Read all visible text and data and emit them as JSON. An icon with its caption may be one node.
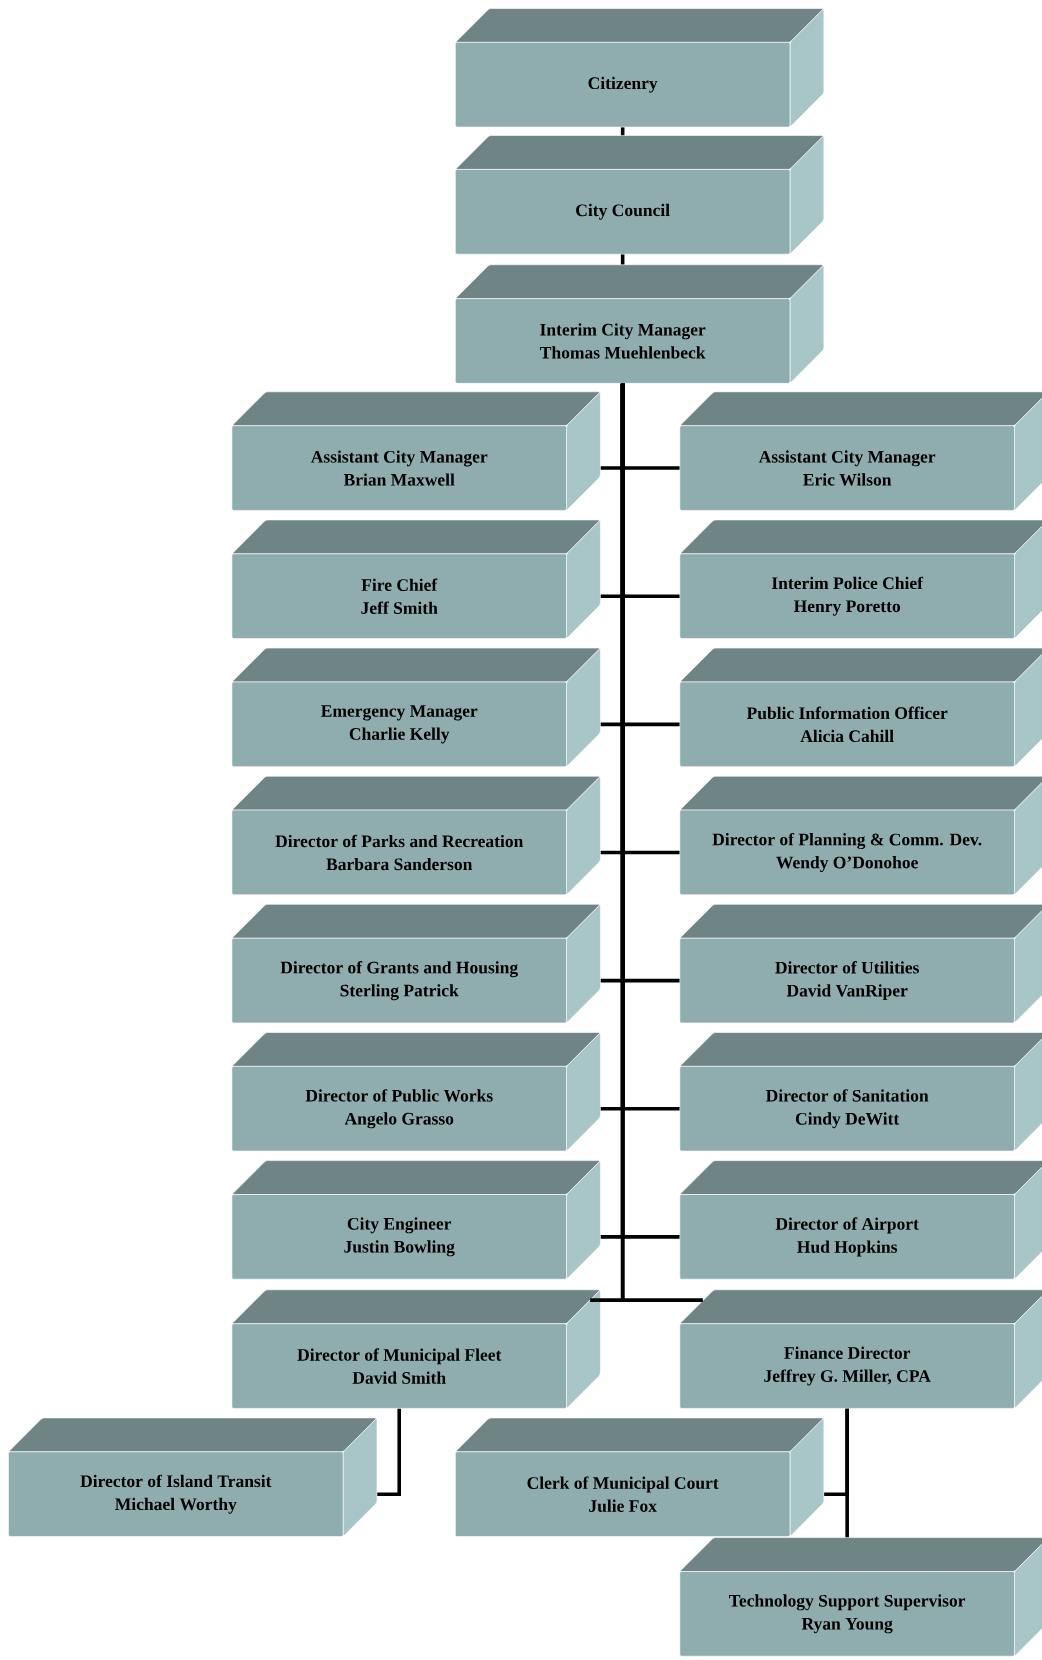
{
  "diagram": {
    "nodes": [
      {
        "text": [
          "Citizenry"
        ]
      },
      {
        "text": [
          "City Council"
        ]
      },
      {
        "text": [
          "Interim City Manager",
          "Thomas Muehlenbeck"
        ]
      },
      {
        "text": [
          "Assistant City Manager",
          "Brian Maxwell"
        ]
      },
      {
        "text": [
          "Assistant City Manager",
          "Eric Wilson"
        ]
      },
      {
        "text": [
          "Fire Chief",
          "Jeff Smith"
        ]
      },
      {
        "text": [
          "Interim Police Chief",
          "Henry Poretto"
        ]
      },
      {
        "text": [
          "Emergency Manager",
          "Charlie Kelly"
        ]
      },
      {
        "text": [
          "Public Information Officer",
          "Alicia Cahill"
        ]
      },
      {
        "text": [
          "Director of Parks and Recreation",
          "Barbara Sanderson"
        ]
      },
      {
        "text": [
          "Director of Planning & Comm. Dev.",
          "Wendy O’Donohoe"
        ]
      },
      {
        "text": [
          "Director of Grants and Housing",
          "Sterling Patrick"
        ]
      },
      {
        "text": [
          "Director of Utilities",
          "David VanRiper"
        ]
      },
      {
        "text": [
          "Director of Public Works",
          "Angelo Grasso"
        ]
      },
      {
        "text": [
          "Director of Sanitation",
          "Cindy DeWitt"
        ]
      },
      {
        "text": [
          "City Engineer",
          "Justin Bowling"
        ]
      },
      {
        "text": [
          "Director of Airport",
          "Hud Hopkins"
        ]
      },
      {
        "text": [
          "Director of Municipal Fleet",
          "David Smith"
        ]
      },
      {
        "text": [
          "Finance Director",
          "Jeffrey G. Miller, CPA"
        ]
      },
      {
        "text": [
          "Director of Island Transit",
          "Michael Worthy"
        ]
      },
      {
        "text": [
          "Clerk of Municipal Court",
          "Julie Fox"
        ]
      },
      {
        "text": [
          "Technology Support Supervisor",
          "Ryan Young"
        ]
      }
    ],
    "edges": [
      {
        "from": 0,
        "to": 1,
        "arrow": "none"
      },
      {
        "from": 1,
        "to": 2,
        "arrow": "none"
      },
      {
        "from": 2,
        "to": 3,
        "arrow": "none"
      },
      {
        "from": 2,
        "to": 4,
        "arrow": "none"
      },
      {
        "from": 2,
        "to": 5,
        "arrow": "none"
      },
      {
        "from": 2,
        "to": 6,
        "arrow": "none"
      },
      {
        "from": 2,
        "to": 7,
        "arrow": "none"
      },
      {
        "from": 2,
        "to": 8,
        "arrow": "none"
      },
      {
        "from": 2,
        "to": 9,
        "arrow": "none"
      },
      {
        "from": 2,
        "to": 10,
        "arrow": "none"
      },
      {
        "from": 2,
        "to": 11,
        "arrow": "none"
      },
      {
        "from": 2,
        "to": 12,
        "arrow": "none"
      },
      {
        "from": 2,
        "to": 13,
        "arrow": "none"
      },
      {
        "from": 2,
        "to": 14,
        "arrow": "none"
      },
      {
        "from": 2,
        "to": 15,
        "arrow": "none"
      },
      {
        "from": 2,
        "to": 16,
        "arrow": "none"
      },
      {
        "from": 2,
        "to": 17,
        "arrow": "none"
      },
      {
        "from": 2,
        "to": 18,
        "arrow": "none"
      },
      {
        "from": 17,
        "to": 19,
        "arrow": "none"
      },
      {
        "from": 18,
        "to": 20,
        "arrow": "none"
      },
      {
        "from": 18,
        "to": 21,
        "arrow": "none"
      }
    ]
  }
}
